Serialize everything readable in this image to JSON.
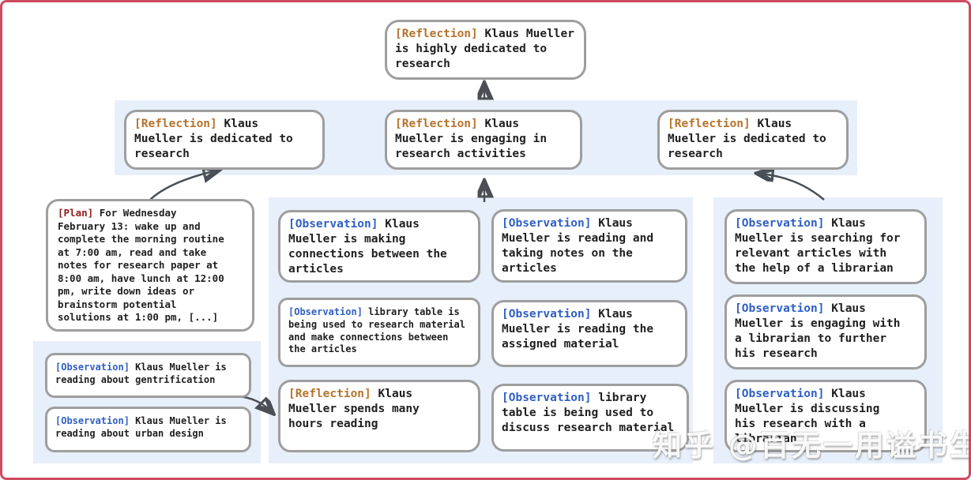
{
  "colors": {
    "frame": "#cf4b5e",
    "panel": "#e7effa",
    "node_border": "#9e9e9e",
    "arrow": "#4a4f55",
    "reflection_tag": "#b5732c",
    "observation_tag": "#2f5fc4",
    "plan_tag": "#8f1d1d"
  },
  "nodes": {
    "root": {
      "tag": "[Reflection]",
      "text": "Klaus Mueller is highly dedicated to research"
    },
    "refl_left": {
      "tag": "[Reflection]",
      "text": "Klaus Mueller is dedicated to research"
    },
    "refl_mid": {
      "tag": "[Reflection]",
      "text": "Klaus Mueller is engaging in research activities"
    },
    "refl_right": {
      "tag": "[Reflection]",
      "text": "Klaus Mueller is dedicated to research"
    },
    "plan": {
      "tag": "[Plan]",
      "text": "For Wednesday\nFebruary 13: wake up and\ncomplete the morning routine\nat 7:00 am, read and take\nnotes for research paper at\n8:00 am, have lunch at 12:00\npm, write down ideas or\nbrainstorm potential\nsolutions at 1:00 pm, [...]"
    },
    "obs_gentrification": {
      "tag": "[Observation]",
      "text": "Klaus Mueller is reading about gentrification"
    },
    "obs_urban_design": {
      "tag": "[Observation]",
      "text": "Klaus Mueller is reading about urban design"
    },
    "obs_connections": {
      "tag": "[Observation]",
      "text": "Klaus Mueller is making connections between the articles"
    },
    "obs_library_research": {
      "tag": "[Observation]",
      "text": "library table is being used to research material and make connections between the articles"
    },
    "refl_hours_reading": {
      "tag": "[Reflection]",
      "text": "Klaus Mueller spends many hours reading"
    },
    "obs_taking_notes": {
      "tag": "[Observation]",
      "text": "Klaus Mueller is reading and taking notes on the articles"
    },
    "obs_assigned_material": {
      "tag": "[Observation]",
      "text": "Klaus Mueller is reading the assigned material"
    },
    "obs_library_discuss": {
      "tag": "[Observation]",
      "text": "library table is being used to discuss research material"
    },
    "obs_searching_articles": {
      "tag": "[Observation]",
      "text": "Klaus Mueller is searching for relevant articles with the help of a librarian"
    },
    "obs_engaging_librarian": {
      "tag": "[Observation]",
      "text": "Klaus Mueller is engaging with a librarian to further his research"
    },
    "obs_discussing_librarian": {
      "tag": "[Observation]",
      "text": "Klaus Mueller is discussing his research with a librarian"
    }
  },
  "watermark": {
    "text": "知乎 @百无一用谥书生"
  }
}
